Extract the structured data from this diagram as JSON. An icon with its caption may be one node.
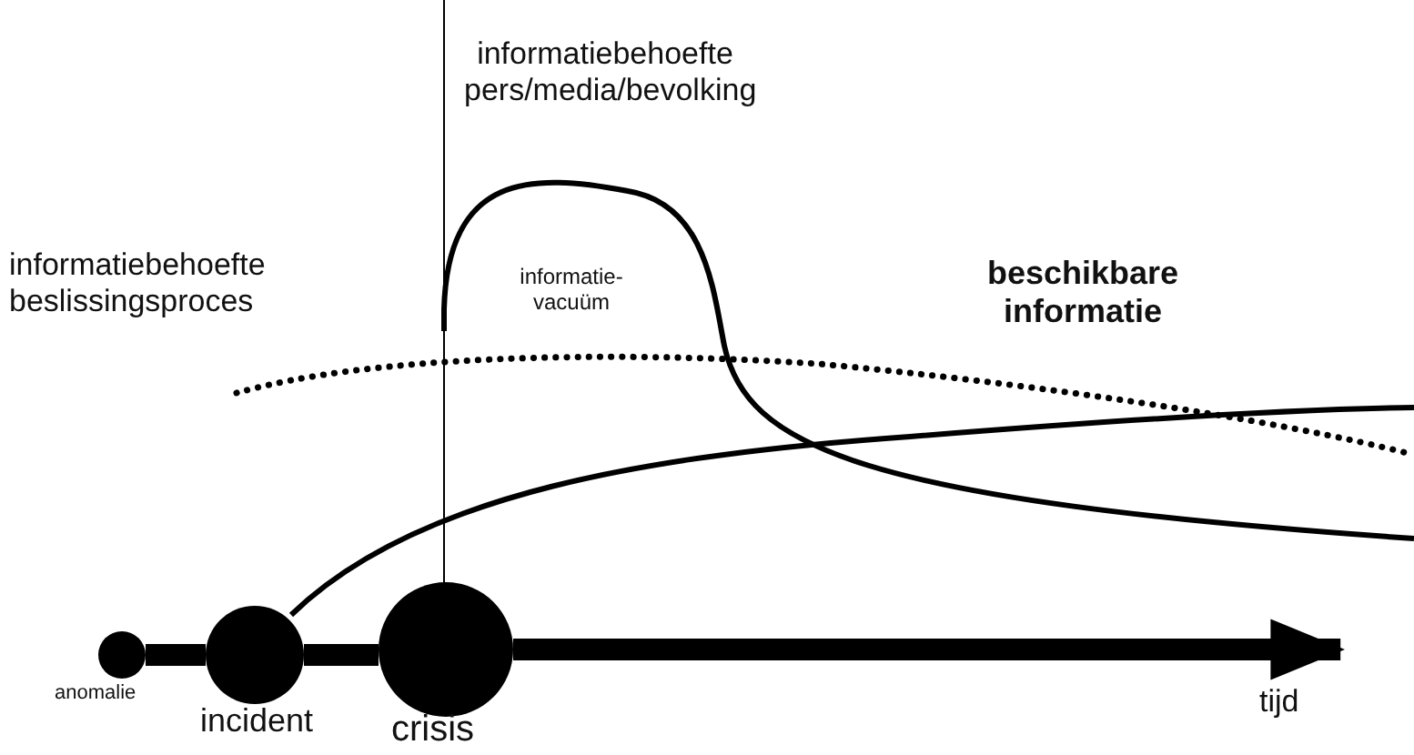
{
  "diagram": {
    "nodes": [
      {
        "text": [],
        "shape": "circle",
        "beside": [
          "anomalie"
        ]
      },
      {
        "text": [],
        "shape": "circle",
        "beside": [
          "incident"
        ]
      },
      {
        "text": [],
        "shape": "circle",
        "beside": [
          "crisis"
        ]
      }
    ],
    "edges": [
      {
        "from": 0,
        "to": 1,
        "arrow": "none"
      },
      {
        "from": 1,
        "to": 2,
        "arrow": "none"
      },
      {
        "from": 2,
        "to": null,
        "arrow": "to"
      }
    ],
    "labels": [
      "informatiebehoefte pers/media/bevolking",
      "informatiebehoefte beslissingsproces",
      "informatie-vacuüm",
      "beschikbare informatie",
      "tijd"
    ]
  }
}
